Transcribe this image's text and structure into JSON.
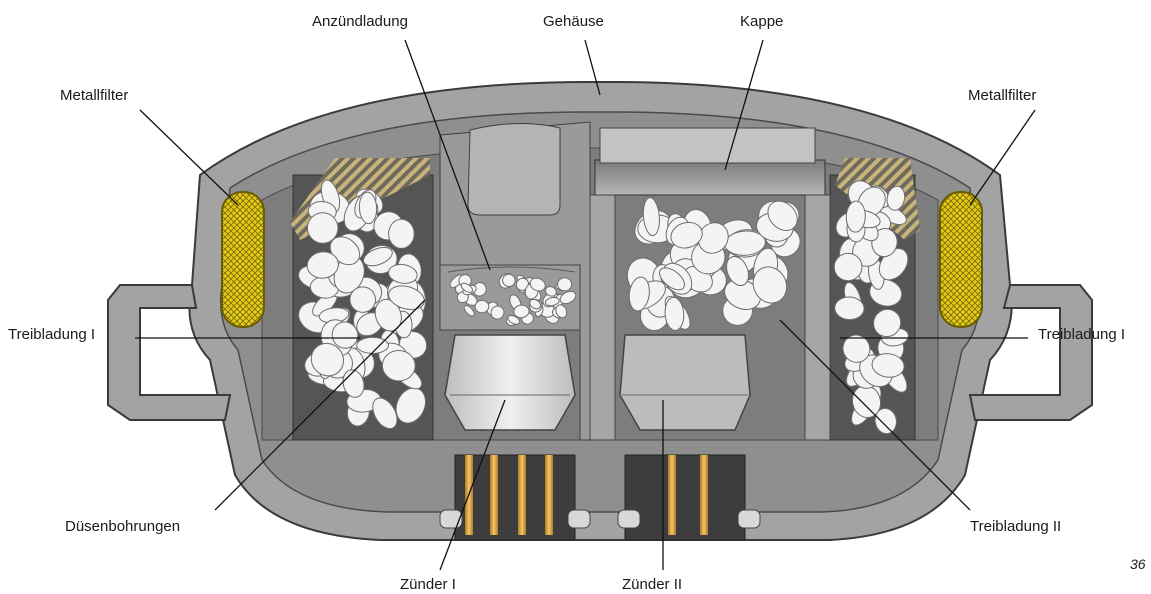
{
  "labels": {
    "anzuendladung": "Anzündladung",
    "gehaeuse": "Gehäuse",
    "kappe": "Kappe",
    "metallfilter_left": "Metallfilter",
    "metallfilter_right": "Metallfilter",
    "treibladung1_left": "Treibladung I",
    "treibladung1_right": "Treibladung I",
    "duesenbohrungen": "Düsenbohrungen",
    "treibladung2": "Treibladung II",
    "zuender1": "Zünder I",
    "zuender2": "Zünder II"
  },
  "figure_number": "36",
  "colors": {
    "housing": "#a3a3a3",
    "housing_dark": "#5c5c5c",
    "inner_gray": "#8c8c8c",
    "filter_yellow": "#e3cc1c",
    "pins_orange": "#d9a144",
    "pellet_white": "#f4f4f4"
  }
}
